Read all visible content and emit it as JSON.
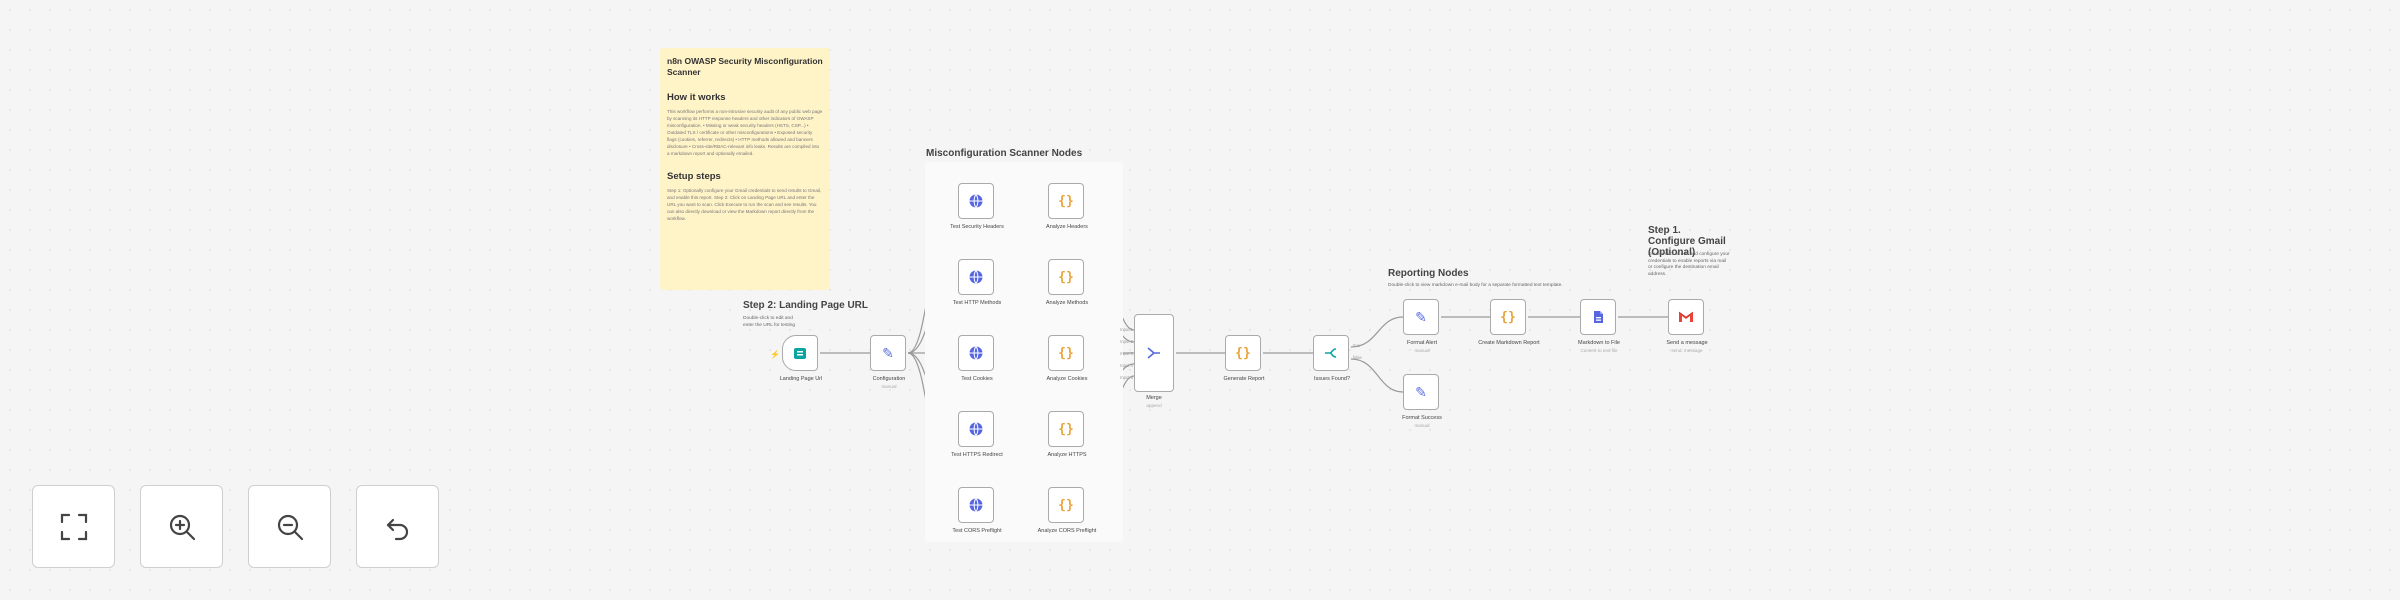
{
  "sticky_main": {
    "title": "n8n OWASP Security Misconfiguration Scanner",
    "how_heading": "How it works",
    "how_text": "This workflow performs a non-intrusive security audit of any public web page by scanning its HTTP response headers and other indicators of OWASP misconfiguration. • Missing or weak security headers (HSTS, CSP...) • Outdated TLS / certificate or other misconfigurations • Exposed security flags (cookies, referrer, redirects) • HTTP methods allowed and banners disclosure • Cross-site/RBAC-relevant info leaks. Results are compiled into a markdown report and optionally emailed.",
    "setup_heading": "Setup steps",
    "setup_text": "Step 1: Optionally configure your Gmail credentials to send results to Gmail, and enable this report. Step 2: Click on Landing Page URL and enter the URL you want to scan. Click Execute to run the scan and see results. You can also directly download or view the Markdown report directly from the workflow.",
    "setup_text2": ""
  },
  "groups": {
    "landing": {
      "title": "Step 2: Landing Page URL",
      "desc": "Double-click to edit and enter the URL for testing"
    },
    "scanner": {
      "title": "Misconfiguration Scanner Nodes"
    },
    "reporting": {
      "title": "Reporting Nodes",
      "desc": "Double-click to view markdown e-mail body for a separate formatted text template."
    },
    "gmail": {
      "title": "Step 1. Configure Gmail (Optional)",
      "desc": "Double-click to edit and configure your credentials to enable reports via mail or configure the destination email address."
    }
  },
  "nodes": {
    "landing_page": {
      "label": "Landing Page Url"
    },
    "configuration": {
      "label": "Configuration",
      "sub": "manual"
    },
    "test_security_headers": {
      "label": "Test Security Headers"
    },
    "analyze_headers": {
      "label": "Analyze Headers"
    },
    "test_http_methods": {
      "label": "Test HTTP Methods"
    },
    "analyze_methods": {
      "label": "Analyze Methods"
    },
    "test_cookies": {
      "label": "Test Cookies"
    },
    "analyze_cookies": {
      "label": "Analyze Cookies"
    },
    "test_https_redirect": {
      "label": "Test HTTPS Redirect"
    },
    "analyze_https": {
      "label": "Analyze HTTPS"
    },
    "test_cors_preflight": {
      "label": "Test CORS Preflight"
    },
    "analyze_cors_preflight": {
      "label": "Analyze CORS Preflight"
    },
    "merge": {
      "label": "Merge",
      "sub": "append"
    },
    "generate_report": {
      "label": "Generate Report"
    },
    "issues_found": {
      "label": "Issues Found?"
    },
    "format_alert": {
      "label": "Format Alert",
      "sub": "manual"
    },
    "create_markdown": {
      "label": "Create Markdown Report"
    },
    "markdown_to_file": {
      "label": "Markdown to File",
      "sub": "Convert to text file"
    },
    "send_message": {
      "label": "Send a message",
      "sub": "send: message"
    },
    "format_success": {
      "label": "Format Success",
      "sub": "manual"
    }
  },
  "merge_ports": [
    "Input 1",
    "Input 2",
    "Input 3",
    "Input 4",
    "Input 5"
  ],
  "if_ports": [
    "true",
    "false"
  ],
  "controls": {
    "fit": "fit-view-icon",
    "zoom_in": "zoom-in-icon",
    "zoom_out": "zoom-out-icon",
    "reset": "undo-icon"
  },
  "colors": {
    "accent": "#5666e0",
    "code": "#e8a33b",
    "sticky": "#fff3c8",
    "trigger_mark": "#ff6d5a",
    "teal": "#0aa5a1",
    "gmail_red": "#ea4335"
  }
}
